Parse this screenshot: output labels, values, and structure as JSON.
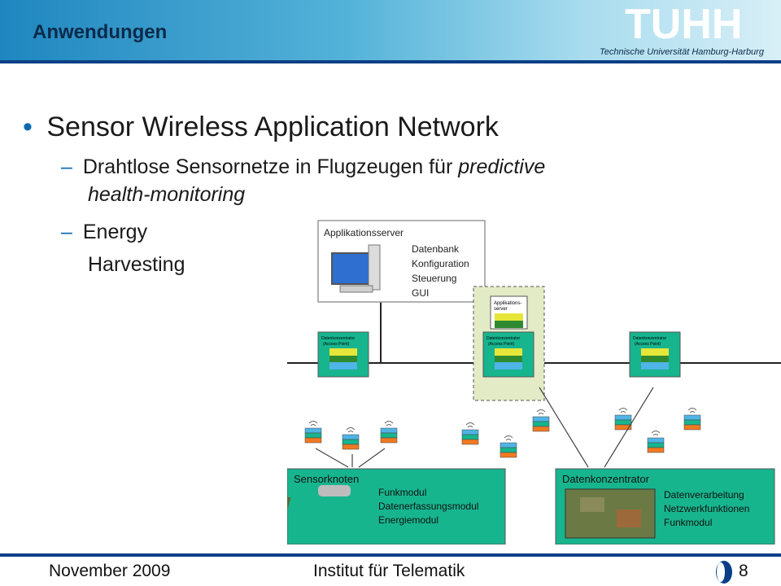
{
  "header": {
    "section_title": "Anwendungen",
    "logo_text": "TUHH",
    "logo_subtitle": "Technische Universität Hamburg-Harburg"
  },
  "content": {
    "bullet_title": "Sensor Wireless Application Network",
    "sub1_plain": "Drahtlose Sensornetze in Flugzeugen für ",
    "sub1_italic_1": "predictive",
    "sub1_italic_2": "health-monitoring",
    "sub2_line1": "Energy",
    "sub2_line2": "Harvesting"
  },
  "diagram": {
    "server_box_title": "Applikationsserver",
    "server_items": [
      "Datenbank",
      "Konfiguration",
      "Steuerung",
      "GUI"
    ],
    "app_server_small": [
      "Applikations-",
      "server"
    ],
    "concentrator_label": [
      "Datenkonzentrator",
      "(Access Point)"
    ],
    "sensor_panel_title": "Sensorknoten",
    "sensor_items": [
      "Funkmodul",
      "Datenerfassungsmodul",
      "Energiemodul"
    ],
    "concentrator_panel_title": "Datenkonzentrator",
    "concentrator_items": [
      "Datenverarbeitung",
      "Netzwerkfunktionen",
      "Funkmodul"
    ]
  },
  "footer": {
    "date": "November 2009",
    "institute": "Institut für Telematik",
    "page": "8"
  },
  "colors": {
    "header_bar": "#0a3f86",
    "node_green": "#17b58e",
    "bullet_blue": "#0a6ab0"
  }
}
